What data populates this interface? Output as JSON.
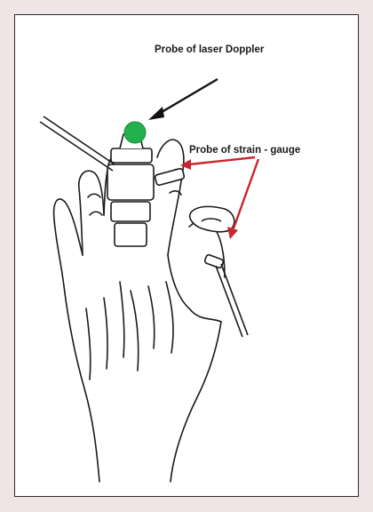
{
  "labels": {
    "doppler": "Probe of laser Doppler",
    "strain": "Probe of strain - gauge"
  },
  "colors": {
    "page_bg": "#efe5e6",
    "frame_bg": "#ffffff",
    "outline": "#1a1a1a",
    "doppler_probe": "#22b14c",
    "strain_arrow": "#c8262d",
    "doppler_arrow": "#111111"
  },
  "icons": {
    "hand": "hand-illustration",
    "doppler_probe": "green-dot-probe",
    "strain_probe": "strain-gauge-band"
  }
}
